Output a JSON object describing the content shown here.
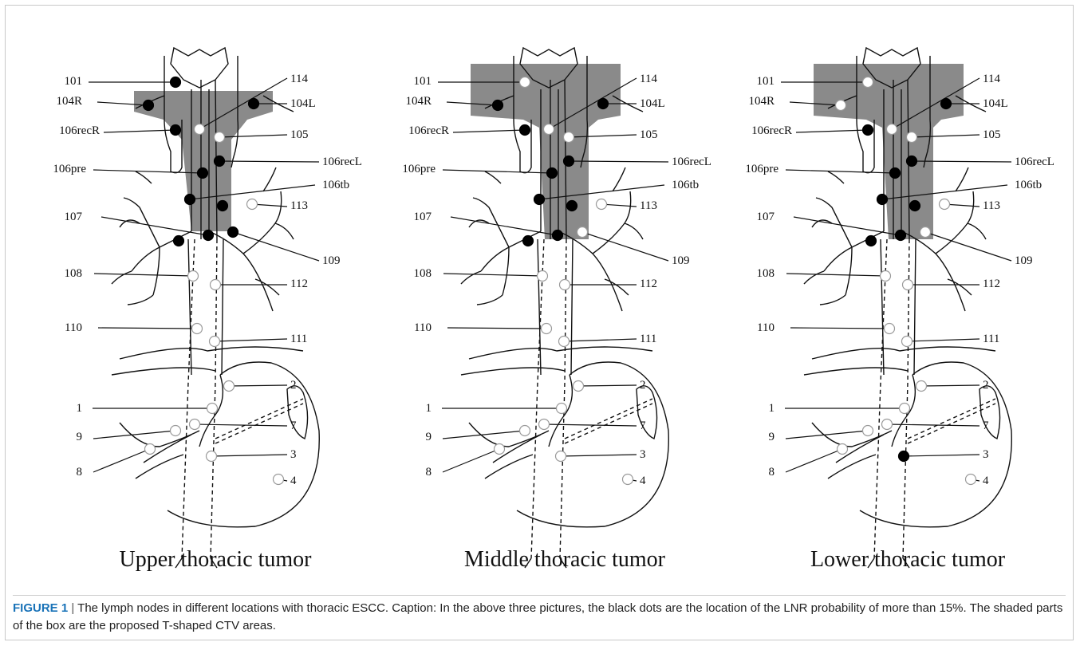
{
  "panels": [
    {
      "title": "Upper thoracic tumor",
      "left_labels": [
        "101",
        "104R",
        "106recR",
        "106pre",
        "107",
        "108",
        "110",
        "1",
        "9",
        "8"
      ],
      "right_labels": [
        "114",
        "104L",
        "105",
        "106recL",
        "106tb",
        "113",
        "109",
        "112",
        "111",
        "2",
        "7",
        "3",
        "4"
      ],
      "black_nodes": [
        "101",
        "104R",
        "104L",
        "106recR",
        "106recL",
        "106pre",
        "106tb",
        "107",
        "109"
      ]
    },
    {
      "title": "Middle thoracic tumor",
      "left_labels": [
        "101",
        "104R",
        "106recR",
        "106pre",
        "107",
        "108",
        "110",
        "1",
        "9",
        "8"
      ],
      "right_labels": [
        "114",
        "104L",
        "105",
        "106recL",
        "106tb",
        "113",
        "109",
        "112",
        "111",
        "2",
        "7",
        "3",
        "4"
      ],
      "black_nodes": [
        "104R",
        "104L",
        "106recR",
        "106recL",
        "106pre",
        "106tb",
        "107"
      ]
    },
    {
      "title": "Lower thoracic tumor",
      "left_labels": [
        "101",
        "104R",
        "106recR",
        "106pre",
        "107",
        "108",
        "110",
        "1",
        "9",
        "8"
      ],
      "right_labels": [
        "114",
        "104L",
        "105",
        "106recL",
        "106tb",
        "113",
        "109",
        "112",
        "111",
        "2",
        "7",
        "3",
        "4"
      ],
      "black_nodes": [
        "104L",
        "106recR",
        "106recL",
        "106pre",
        "106tb",
        "107",
        "3"
      ]
    }
  ],
  "caption": {
    "figure": "FIGURE 1",
    "separator": "|",
    "text": "The lymph nodes in different locations with thoracic ESCC. Caption: In the above three pictures, the black dots are the location of the LNR probability of more than 15%. The shaded parts of the box are the proposed T-shaped CTV areas."
  }
}
